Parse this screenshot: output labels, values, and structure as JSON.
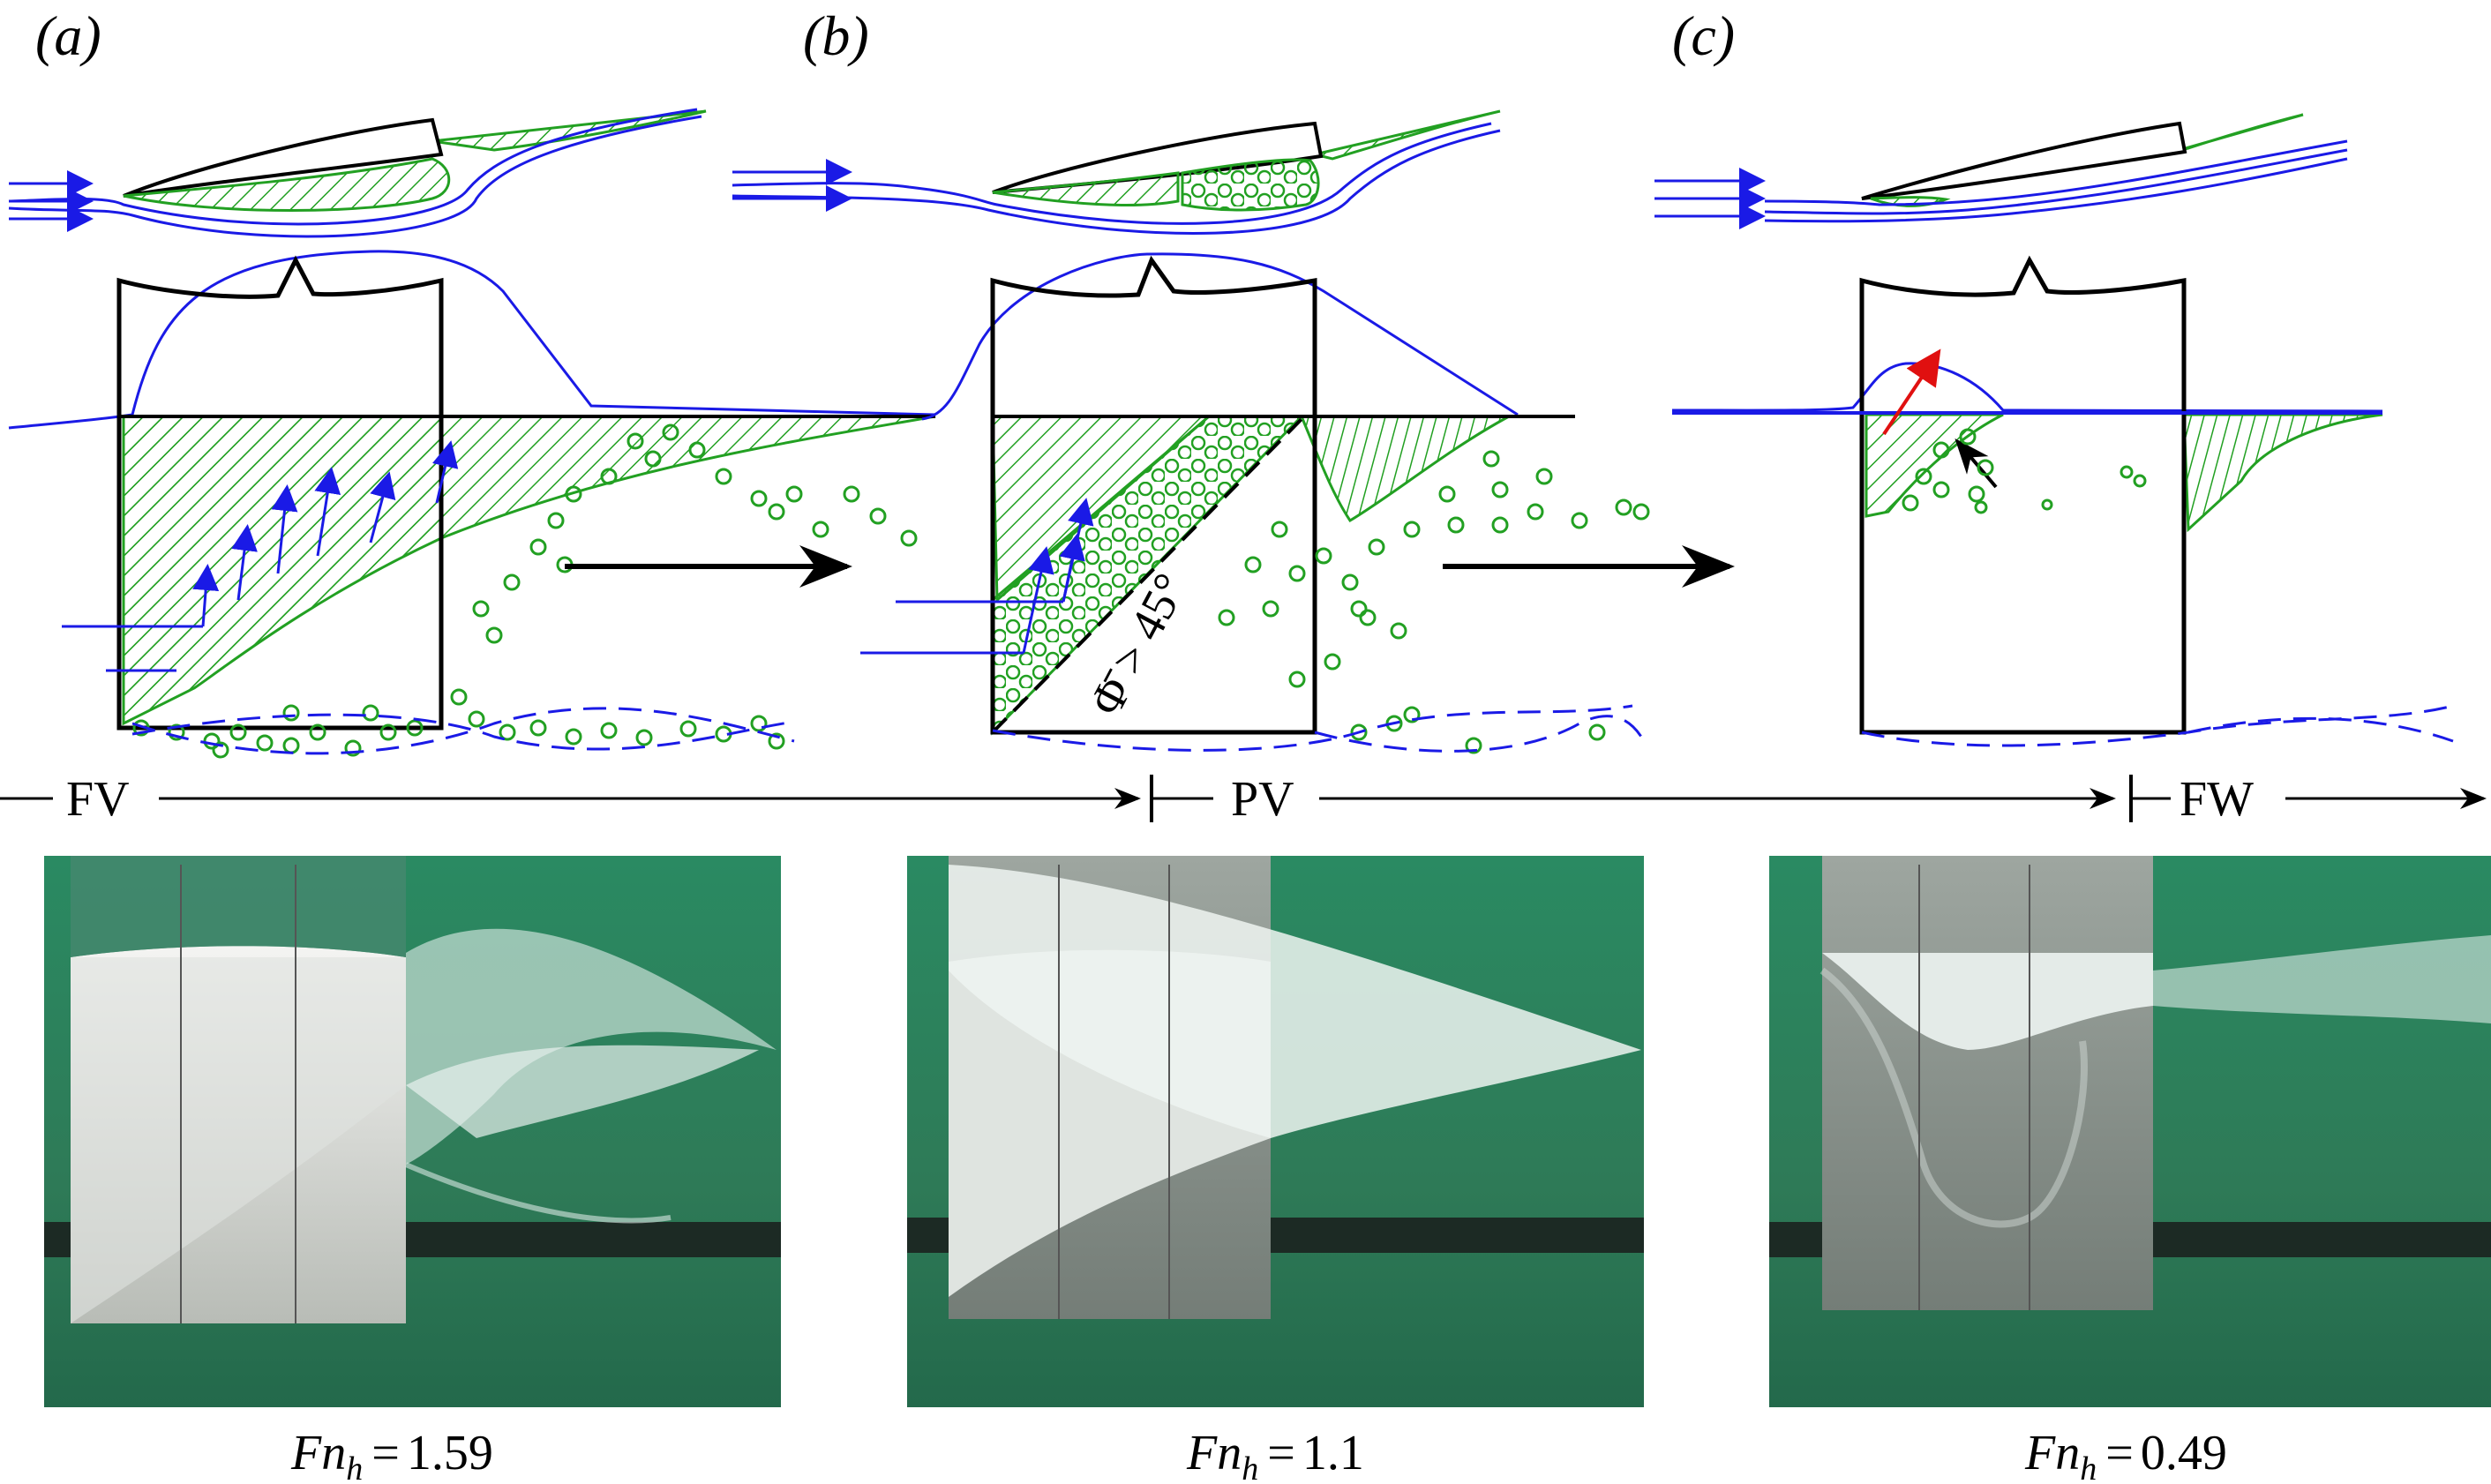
{
  "panels": [
    {
      "label": "(a)",
      "fn": "1.59"
    },
    {
      "label": "(b)",
      "fn": "1.1"
    },
    {
      "label": "(c)",
      "fn": "0.49"
    }
  ],
  "regimes": [
    {
      "label": "FV"
    },
    {
      "label": "PV"
    },
    {
      "label": "FW"
    }
  ],
  "fn_symbol": "Fn",
  "fn_subscript": "h",
  "fn_equals": "=",
  "angle_annotation": "Φ̄ > 45°",
  "colors": {
    "flow": "#1a1ae6",
    "cavity": "#22a022",
    "ink": "#000000",
    "highlight": "#e01010",
    "water_photo": "#2f7f5c"
  },
  "icons": [
    "flow-arrow-icon",
    "transition-arrow-icon",
    "regime-arrow-icon"
  ]
}
